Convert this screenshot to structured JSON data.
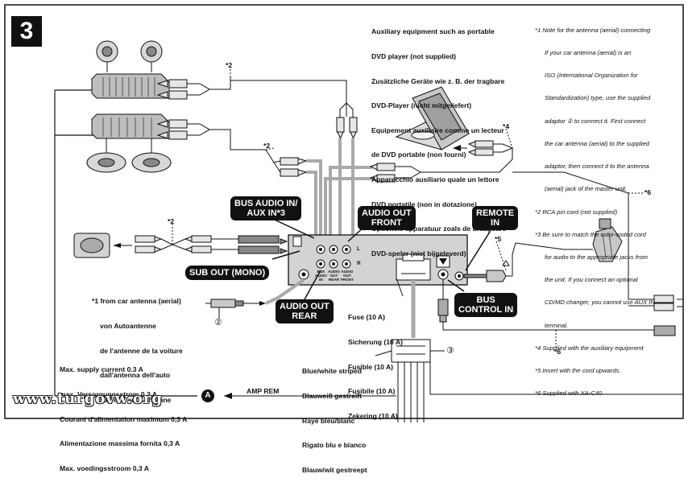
{
  "section_number": "3",
  "aux_equipment": [
    "Auxiliary equipment such as portable",
    "DVD player (not supplied)",
    "Zusätzliche Geräte wie z. B. der tragbare",
    "DVD-Player (nicht mitgeliefert)",
    "Equipement auxiliaire comme un lecteur",
    "de DVD portable (non fourni)",
    "Apparecchio ausiliario quale un lettore",
    "DVD portatile (non in dotazione)",
    "Optionele apparatuur zoals de draagbare",
    "DVD-speler (niet bijgeleverd)"
  ],
  "notes": [
    {
      "mark": "*1",
      "lines": [
        "Note for the antenna (aerial) connecting",
        "If your car antenna (aerial) is an",
        "ISO (International Organization for",
        "Standardization) type, use the supplied",
        "adaptor ② to connect it. First connect",
        "the car antenna (aerial) to the supplied",
        "adaptor, then connect it to the antenna",
        "(aerial) jack of the master unit."
      ]
    },
    {
      "mark": "*2",
      "lines": [
        "RCA pin cord (not supplied)"
      ]
    },
    {
      "mark": "*3",
      "lines": [
        "Be sure to match the color-coded cord",
        "for audio to the appropriate jacks from",
        "the unit. If you connect an optional",
        "CD/MD changer, you cannot use AUX IN",
        "terminal."
      ]
    },
    {
      "mark": "*4",
      "lines": [
        "Supplied with the auxiliary equipment"
      ]
    },
    {
      "mark": "*5",
      "lines": [
        "Insert with the cord upwards."
      ]
    },
    {
      "mark": "*6",
      "lines": [
        "Supplied with XA-C40"
      ]
    }
  ],
  "callouts": {
    "bus_audio_in": "BUS AUDIO IN/\nAUX IN*3",
    "audio_out_front": "AUDIO OUT\nFRONT",
    "remote_in": "REMOTE\nIN",
    "sub_out": "SUB OUT (MONO)",
    "audio_out_rear": "AUDIO OUT\nREAR",
    "bus_control_in": "BUS\nCONTROL IN"
  },
  "unit_labels": {
    "l": "L",
    "r": "R",
    "bus_audio_in": "BUS\nAUDIO\nIN",
    "audio_out_rear": "AUDIO\nOUT\nREAR",
    "audio_out_front": "AUDIO\nOUT\nFRONT"
  },
  "antenna": [
    "*1 from car antenna (aerial)",
    "von Autoantenne",
    "de l'antenne de la voiture",
    "dall'antenna dell'auto",
    "van een auto-antenne"
  ],
  "fuse": [
    "Fuse (10 A)",
    "Sicherung (10 A)",
    "Fusible (10 A)",
    "Fusibile (10 A)",
    "Zekering (10 A)"
  ],
  "max_supply": [
    "Max. supply current 0.3 A",
    "max. Versorgungsstrom 0,3 A",
    "Courant d'alimentation maximum 0,3 A",
    "Alimentazione massima fornita 0,3 A",
    "Max. voedingsstroom 0,3 A"
  ],
  "blue_white": [
    "Blue/white striped",
    "Blauweiß gestreift",
    "Rayé bleu/blanc",
    "Rigato blu e bianco",
    "Blauw/wit gestreept"
  ],
  "amp_rem": "AMP REM",
  "marks": {
    "a": "A",
    "two": "②",
    "three": "③",
    "s2a": "*2",
    "s2b": "*2",
    "s2c": "*2",
    "s4": "*4",
    "s5": "*5",
    "s6a": "*6",
    "s6b": "*6"
  },
  "watermark": "www.turgovw.org"
}
